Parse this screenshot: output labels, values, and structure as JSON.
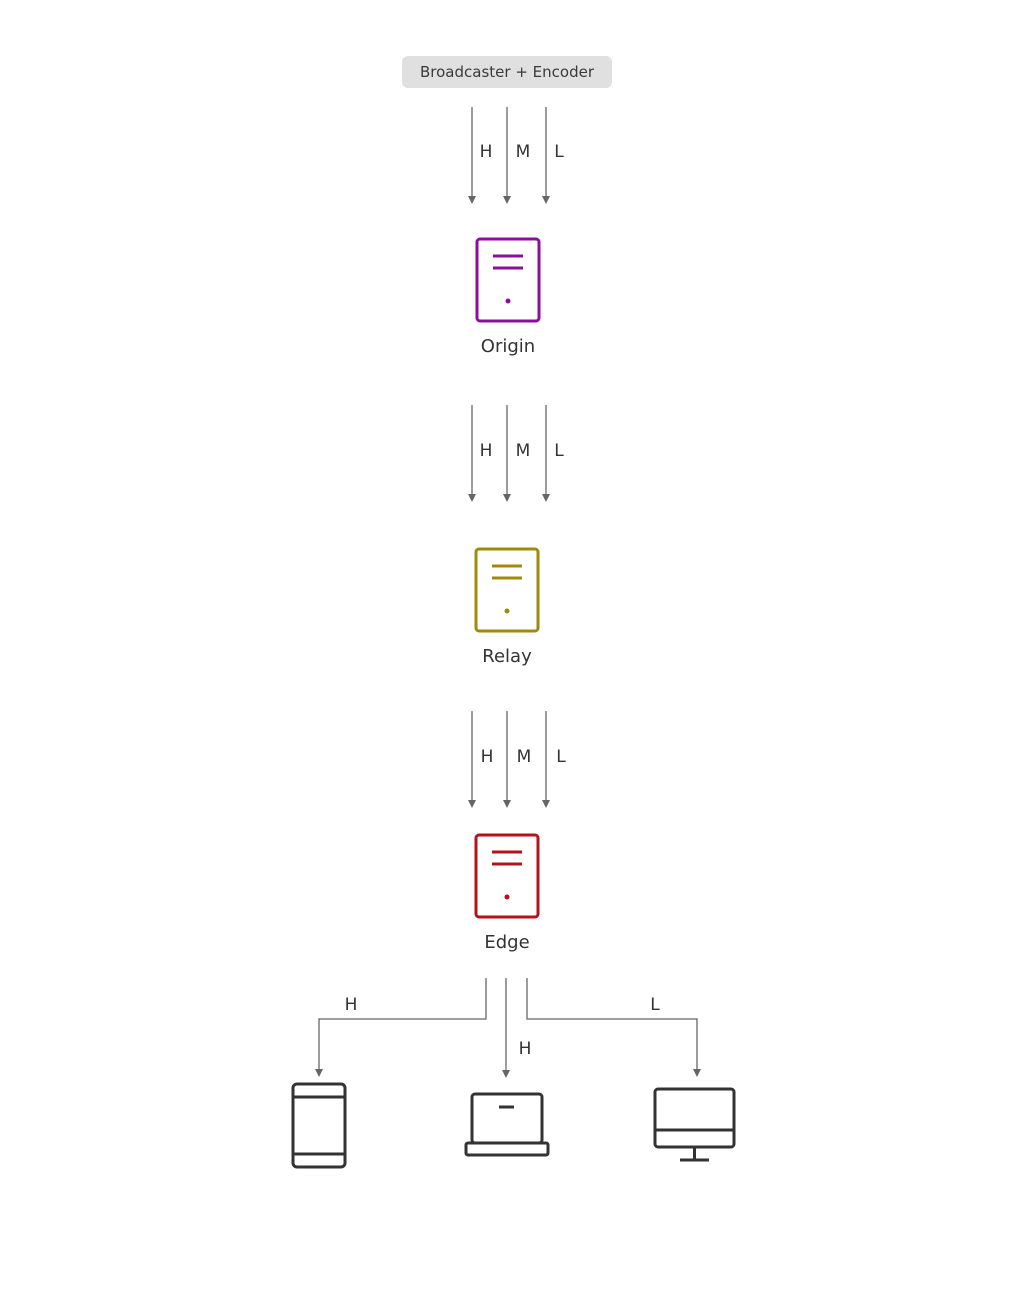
{
  "source": {
    "label": "Broadcaster + Encoder"
  },
  "renditions": {
    "high": "H",
    "medium": "M",
    "low": "L"
  },
  "nodes": {
    "origin": {
      "label": "Origin",
      "color": "#8b0f9a"
    },
    "relay": {
      "label": "Relay",
      "color": "#a08a0c"
    },
    "edge": {
      "label": "Edge",
      "color": "#b3131b"
    }
  },
  "devices": {
    "phone": {
      "icon": "smartphone-icon",
      "rendition": "H"
    },
    "laptop": {
      "icon": "laptop-icon",
      "rendition": "H"
    },
    "desktop": {
      "icon": "desktop-monitor-icon",
      "rendition": "L"
    }
  },
  "colors": {
    "arrow": "#666666",
    "device": "#333333",
    "label_text": "#333333"
  }
}
